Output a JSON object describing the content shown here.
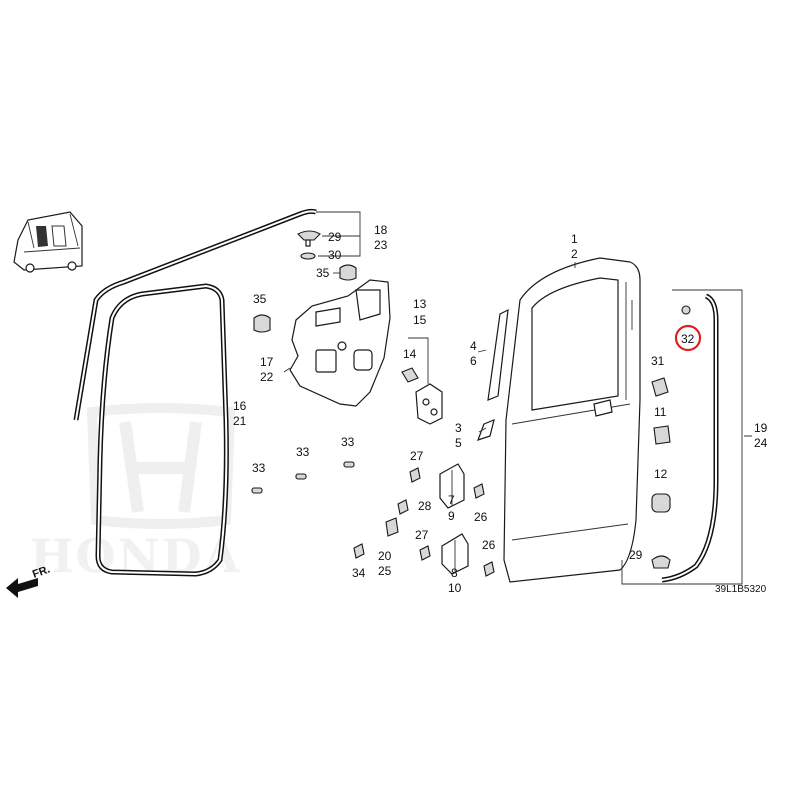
{
  "callouts": {
    "p1": "1",
    "p2": "2",
    "p3": "3",
    "p4": "4",
    "p5": "5",
    "p6": "6",
    "p7": "7",
    "p8": "8",
    "p9": "9",
    "p10": "10",
    "p11": "11",
    "p12": "12",
    "p13": "13",
    "p14": "14",
    "p15": "15",
    "p16": "16",
    "p17": "17",
    "p18": "18",
    "p19": "19",
    "p20": "20",
    "p21": "21",
    "p22": "22",
    "p23": "23",
    "p24": "24",
    "p25": "25",
    "p26a": "26",
    "p26b": "26",
    "p27a": "27",
    "p27b": "27",
    "p28": "28",
    "p29a": "29",
    "p29b": "29",
    "p30": "30",
    "p31": "31",
    "p32": "32",
    "p33a": "33",
    "p33b": "33",
    "p33c": "33",
    "p34": "34",
    "p35a": "35",
    "p35b": "35"
  },
  "highlighted_callout": "32",
  "direction_label": "FR.",
  "diagram_code": "39L1B5320",
  "watermark": {
    "brand": "HONDA"
  },
  "colors": {
    "highlight": "#e0201b",
    "line": "#1a1a1a",
    "watermark": "#e6e6e6"
  }
}
